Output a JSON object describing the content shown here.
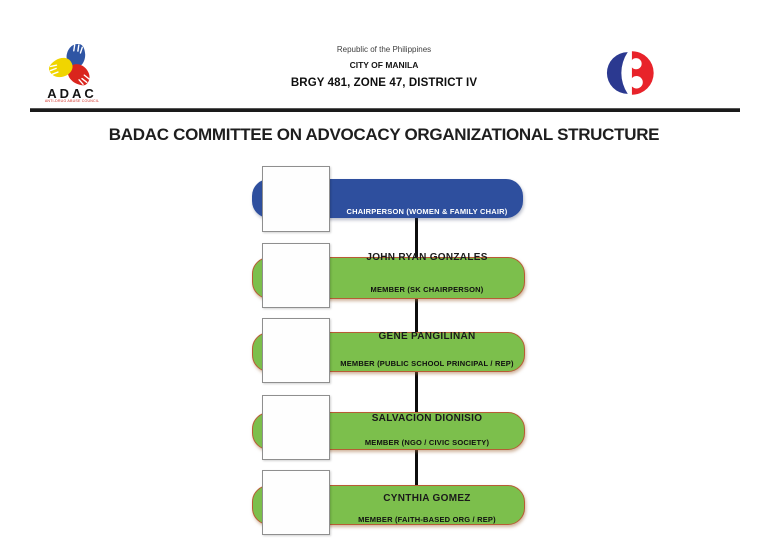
{
  "header": {
    "adac_logo": {
      "label": "ADAC",
      "sublabel": "ANTI-DRUG ABUSE COUNCIL"
    },
    "republic_line": "Republic of the Philippines",
    "city_line": "CITY OF MANILA",
    "barangay_line": "BRGY 481, ZONE 47, DISTRICT IV"
  },
  "title": "BADAC COMMITTEE ON ADVOCACY ORGANIZATIONAL STRUCTURE",
  "org_chart": {
    "nodes": [
      {
        "name": "",
        "role": "CHAIRPERSON (WOMEN & FAMILY CHAIR)",
        "type": "chairperson"
      },
      {
        "name": "JOHN RYAN GONZALES",
        "role": "MEMBER (SK CHAIRPERSON)",
        "type": "member"
      },
      {
        "name": "GENE PANGILINAN",
        "role": "MEMBER (PUBLIC SCHOOL PRINCIPAL / REP)",
        "type": "member"
      },
      {
        "name": "SALVACION DIONISIO",
        "role": "MEMBER (NGO / CIVIC SOCIETY)",
        "type": "member"
      },
      {
        "name": "CYNTHIA GOMEZ",
        "role": "MEMBER (FAITH-BASED ORG / REP)",
        "type": "member"
      }
    ]
  },
  "icons": {
    "left": "adac-hands-logo-icon",
    "right": "barangay-b-logo-icon"
  },
  "colors": {
    "chair_fill": "#2E4F9E",
    "chair_text": "#FFFFFF",
    "member_fill": "#7CBF4C",
    "member_border": "#B75C35",
    "connector_line": "#0D0D0D",
    "adac_blue": "#2F55A4",
    "adac_yellow": "#F0D500",
    "adac_red": "#DA251D",
    "brgy_logo_blue": "#2B3990",
    "brgy_logo_red": "#E8232A"
  }
}
